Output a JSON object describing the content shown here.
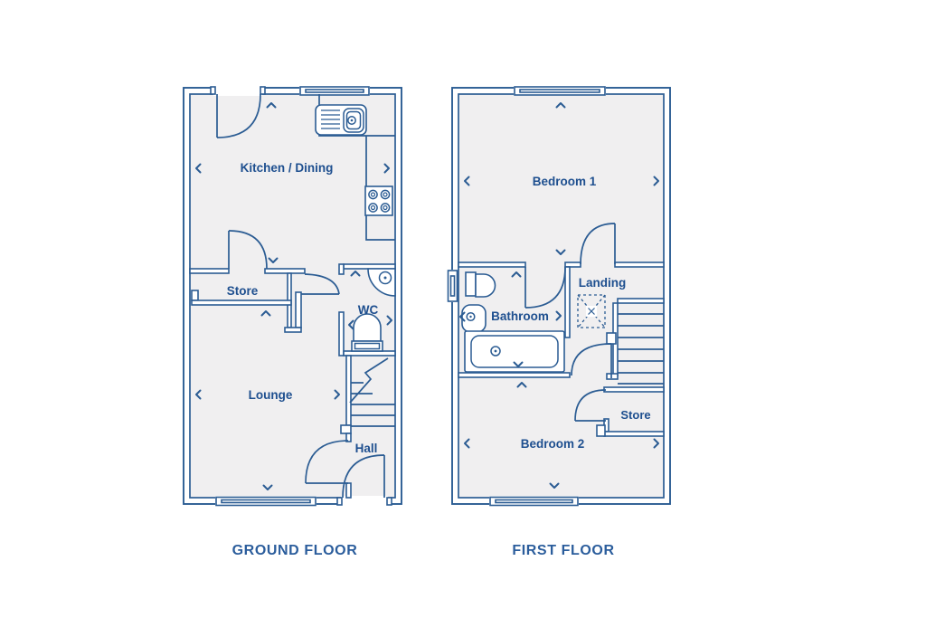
{
  "palette": {
    "line": "#2b5c93",
    "room_fill": "#f0eff0",
    "label_text": "#1e4f8f",
    "caption_text": "#2b5d9c",
    "background": "#ffffff"
  },
  "plans": [
    {
      "id": "ground-floor",
      "caption": "GROUND FLOOR",
      "rooms": [
        {
          "name": "kitchen-dining",
          "label": "Kitchen / Dining"
        },
        {
          "name": "store",
          "label": "Store"
        },
        {
          "name": "wc",
          "label": "WC"
        },
        {
          "name": "lounge",
          "label": "Lounge"
        },
        {
          "name": "hall",
          "label": "Hall"
        }
      ],
      "fixtures": [
        "sink-with-drainer",
        "hob-four-rings",
        "corner-basin",
        "toilet",
        "staircase-up",
        "rear-door",
        "front-door",
        "windows"
      ]
    },
    {
      "id": "first-floor",
      "caption": "FIRST FLOOR",
      "rooms": [
        {
          "name": "bedroom-1",
          "label": "Bedroom 1"
        },
        {
          "name": "landing",
          "label": "Landing"
        },
        {
          "name": "bathroom",
          "label": "Bathroom"
        },
        {
          "name": "store",
          "label": "Store"
        },
        {
          "name": "bedroom-2",
          "label": "Bedroom 2"
        }
      ],
      "fixtures": [
        "toilet",
        "basin",
        "bath",
        "loft-hatch",
        "staircase-down",
        "windows"
      ]
    }
  ]
}
